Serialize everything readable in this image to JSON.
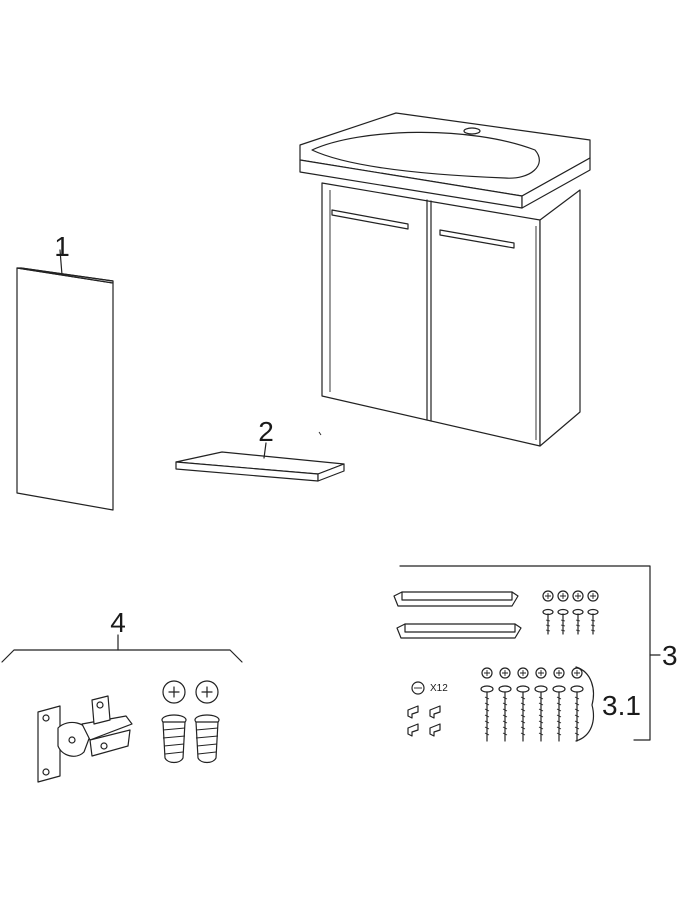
{
  "labels": {
    "part_1": "1",
    "part_2": "2",
    "part_3": "3",
    "part_3_1": "3.1",
    "part_4": "4",
    "quantity_marker": "X12"
  }
}
